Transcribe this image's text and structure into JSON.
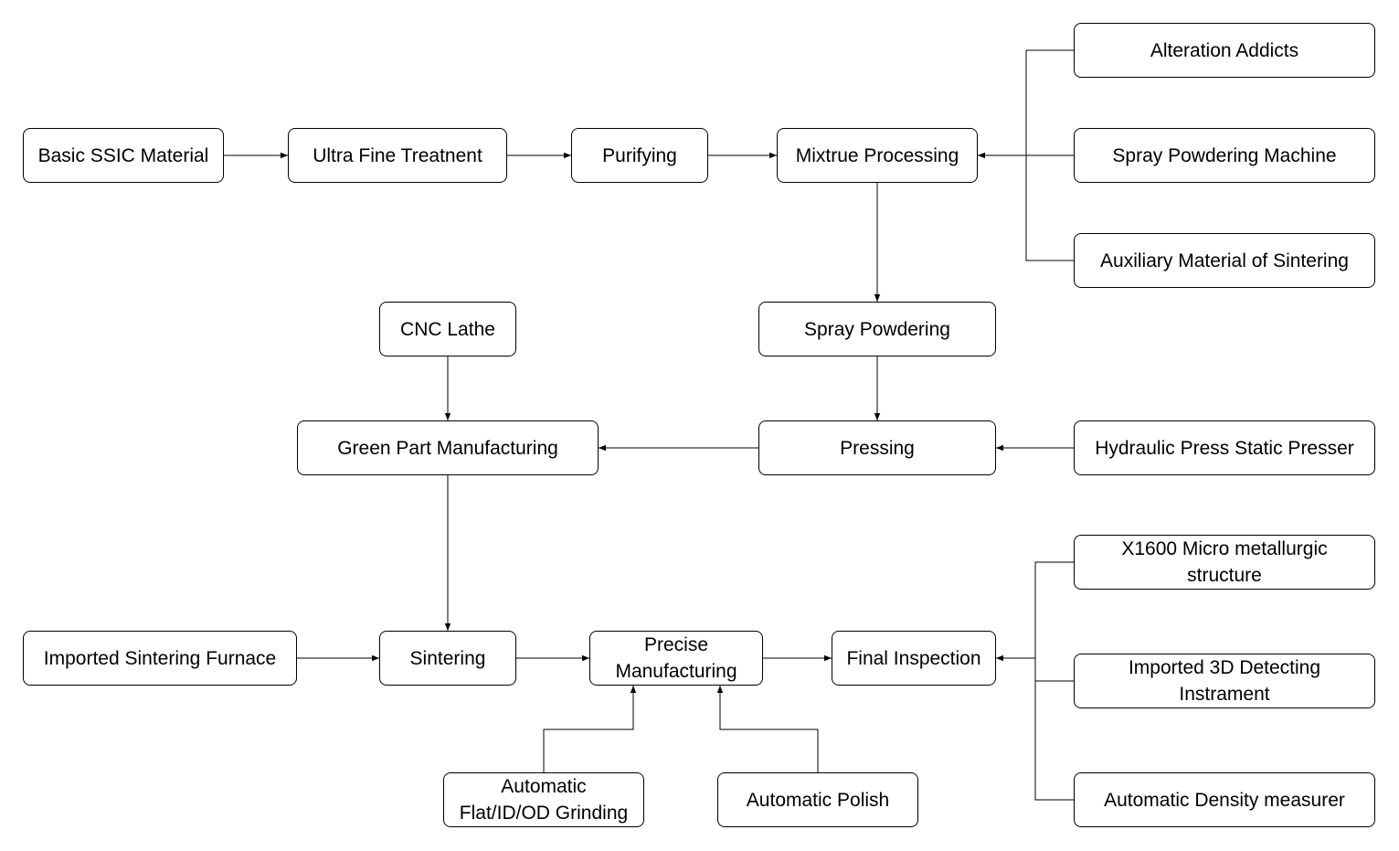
{
  "colors": {
    "stroke": "#000000",
    "fill": "#ffffff",
    "text": "#000000"
  },
  "nodes": {
    "basic_ssic": "Basic SSIC Material",
    "ultra_fine": "Ultra Fine Treatnent",
    "purifying": "Purifying",
    "mixtrue": "Mixtrue Processing",
    "alteration": "Alteration Addicts",
    "spray_machine": "Spray Powdering Machine",
    "auxiliary": "Auxiliary Material of Sintering",
    "cnc": "CNC Lathe",
    "spray_powdering": "Spray Powdering",
    "green_part": "Green Part Manufacturing",
    "pressing": "Pressing",
    "hydraulic": "Hydraulic Press Static Presser",
    "x1600": "X1600 Micro metallurgic\nstructure",
    "furnace": "Imported Sintering Furnace",
    "sintering": "Sintering",
    "precise": "Precise\nManufacturing",
    "final": "Final Inspection",
    "detecting": "Imported 3D Detecting\nInstrament",
    "grinding": "Automatic\nFlat/ID/OD Grinding",
    "polish": "Automatic Polish",
    "density": "Automatic Density measurer"
  },
  "edges": [
    {
      "from": "basic_ssic",
      "to": "ultra_fine"
    },
    {
      "from": "ultra_fine",
      "to": "purifying"
    },
    {
      "from": "purifying",
      "to": "mixtrue"
    },
    {
      "from": "alteration",
      "to": "mixtrue"
    },
    {
      "from": "spray_machine",
      "to": "mixtrue"
    },
    {
      "from": "auxiliary",
      "to": "mixtrue"
    },
    {
      "from": "mixtrue",
      "to": "spray_powdering"
    },
    {
      "from": "spray_powdering",
      "to": "pressing"
    },
    {
      "from": "hydraulic",
      "to": "pressing"
    },
    {
      "from": "pressing",
      "to": "green_part"
    },
    {
      "from": "cnc",
      "to": "green_part"
    },
    {
      "from": "green_part",
      "to": "sintering"
    },
    {
      "from": "furnace",
      "to": "sintering"
    },
    {
      "from": "sintering",
      "to": "precise"
    },
    {
      "from": "grinding",
      "to": "precise"
    },
    {
      "from": "polish",
      "to": "precise"
    },
    {
      "from": "precise",
      "to": "final"
    },
    {
      "from": "x1600",
      "to": "final"
    },
    {
      "from": "detecting",
      "to": "final"
    },
    {
      "from": "density",
      "to": "final"
    }
  ]
}
